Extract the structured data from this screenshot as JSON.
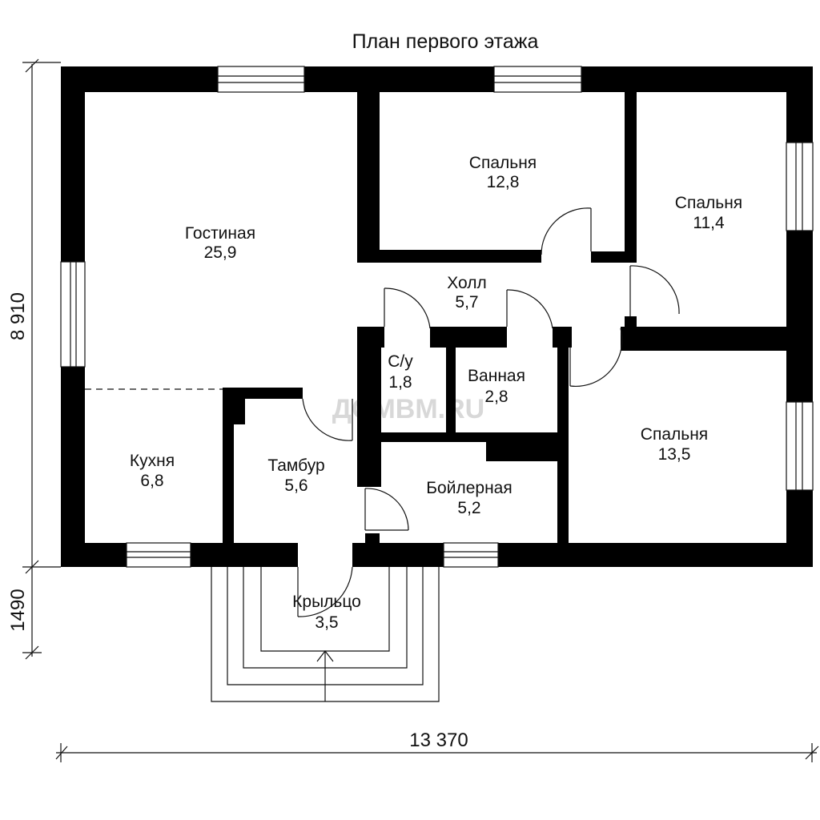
{
  "title": "План первого этажа",
  "watermark": "ДОМВМ.RU",
  "dimensions": {
    "width": "13 370",
    "height_main": "8 910",
    "height_porch": "1490"
  },
  "rooms": {
    "living": {
      "name": "Гостиная",
      "area": "25,9"
    },
    "bedroom_top": {
      "name": "Спальня",
      "area": "12,8"
    },
    "bedroom_right_top": {
      "name": "Спальня",
      "area": "11,4"
    },
    "bedroom_right_bottom": {
      "name": "Спальня",
      "area": "13,5"
    },
    "hall": {
      "name": "Холл",
      "area": "5,7"
    },
    "wc": {
      "name": "С/у",
      "area": "1,8"
    },
    "bath": {
      "name": "Ванная",
      "area": "2,8"
    },
    "boiler": {
      "name": "Бойлерная",
      "area": "5,2"
    },
    "kitchen": {
      "name": "Кухня",
      "area": "6,8"
    },
    "vestibule": {
      "name": "Тамбур",
      "area": "5,6"
    },
    "porch": {
      "name": "Крыльцо",
      "area": "3,5"
    }
  }
}
